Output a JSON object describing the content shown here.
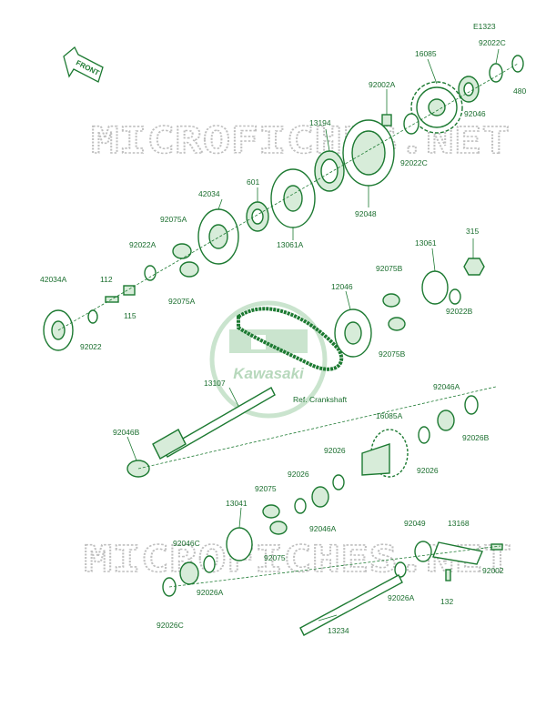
{
  "diagram": {
    "code": "E1323",
    "front_label": "FRONT",
    "ref_text": "Ref. Crankshaft",
    "watermark_text": "MICROFICHES.NET",
    "logo_text": "Kawasaki",
    "labels": {
      "p16085": "16085",
      "p92022C_top": "92022C",
      "p92002A": "92002A",
      "p480": "480",
      "p92046_top": "92046",
      "p13194": "13194",
      "p92022C_mid": "92022C",
      "p601": "601",
      "p42034": "42034",
      "p92048": "92048",
      "p92075A_top": "92075A",
      "p13061A": "13061A",
      "p92022A": "92022A",
      "p315": "315",
      "p13061": "13061",
      "p92075B_top": "92075B",
      "p42034A": "42034A",
      "p112": "112",
      "p12046": "12046",
      "p92075A_bot": "92075A",
      "p92022B": "92022B",
      "p115": "115",
      "p92022": "92022",
      "p92075B_bot": "92075B",
      "p13107": "13107",
      "p92046A_top": "92046A",
      "p16085A": "16085A",
      "p92046B": "92046B",
      "p92026B": "92026B",
      "p92026_right": "92026",
      "p92026_mid": "92026",
      "p92026_low": "92026",
      "p92075_top": "92075",
      "p13041": "13041",
      "p92046A_low": "92046A",
      "p92075_bot": "92075",
      "p92049": "92049",
      "p13168": "13168",
      "p92046C": "92046C",
      "p92026A_left": "92026A",
      "p92002": "92002",
      "p132": "132",
      "p92026A_right": "92026A",
      "p92026C": "92026C",
      "p13234": "13234"
    }
  }
}
